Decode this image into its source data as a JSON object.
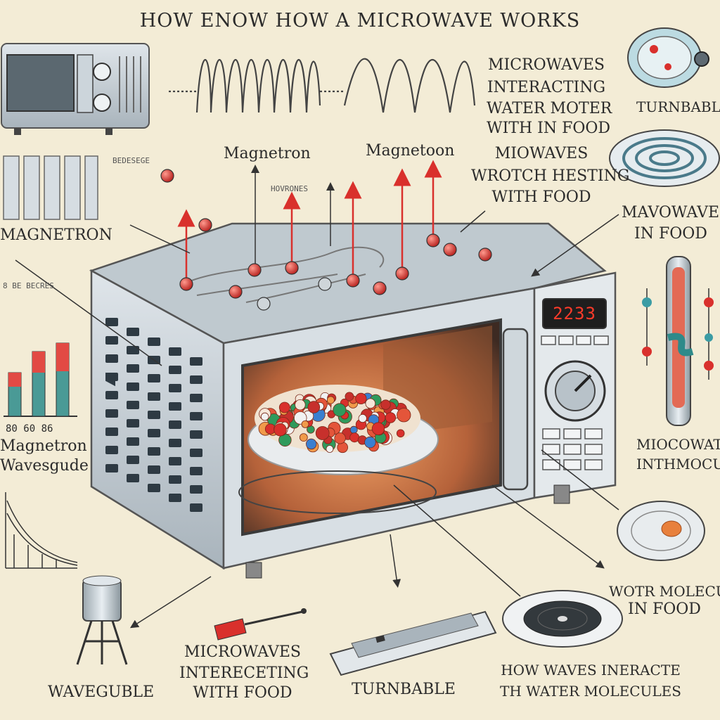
{
  "title": "HOW ENOW HOW A MICROWAVE WORKS",
  "timer_display": "2233",
  "labels": {
    "magnetron_center_left": "Magnetron",
    "magnetron_center_right": "Magnetoon",
    "magnetron_left": "MAGNETRON",
    "top_right_line1": "MICROWAVES",
    "top_right_line2": "INTERACTING",
    "top_right_line3": "WATER MOTER",
    "top_right_line4": "WITH IN FOOD",
    "turntable_top_right": "TURNBABLE",
    "mid_right_line1": "MIOWAVES",
    "mid_right_line2": "WROTCH HESTING",
    "mid_right_line3": "WITH FOOD",
    "mavowave_line1": "MAVOWAVES",
    "mavowave_line2": "IN FOOD",
    "bar_chart_ticks": "80   60   86",
    "magnetron_waveguide_line1": "Magnetron",
    "magnetron_waveguide_line2": "Wavesgude",
    "right_molecule_line1": "MIOCOWATER",
    "right_molecule_line2": "INTHMOCULES",
    "waveguide_bottom": "WAVEGUBLE",
    "bottom_center_line1": "MICROWAVES",
    "bottom_center_line2": "INTERECETING",
    "bottom_center_line3": "WITH FOOD",
    "turntable_bottom": "TURNBABLE",
    "water_molecules_line1": "WOTR MOLECULE",
    "water_molecules_line2": "IN FOOD",
    "how_waves_line1": "HOW WAVES INERACTE",
    "how_waves_line2": "TH WATER MOLECULES",
    "hovrones": "HOVRONES",
    "small_caption_top": "BEDESEGE",
    "small_caption_left": "8 BE BECRES"
  },
  "colors": {
    "background": "#f3ecd6",
    "molecule_red": "#d9302c",
    "arrow_red": "#d9302c",
    "metal": "#c9d2d8",
    "display_red": "#ff3b2a",
    "food_glow": "#e8803c"
  },
  "icons": [
    "microwave-icon",
    "wave-icon",
    "turntable-icon",
    "test-tube-icon",
    "bar-chart-icon",
    "waveguide-icon",
    "syringe-icon",
    "disc-icon",
    "dial-icon"
  ]
}
